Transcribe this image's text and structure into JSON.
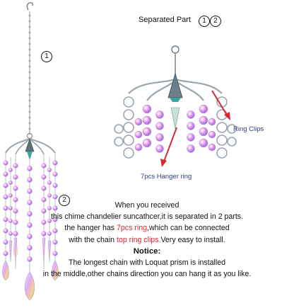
{
  "header": {
    "separated_label": "Separated Part",
    "num1": "1",
    "num2": "2"
  },
  "labels": {
    "marker1": "1",
    "marker2": "2",
    "ring_clips": "Ring Clips",
    "hanger_ring": "7pcs Hanger ring"
  },
  "description": {
    "line1": "When you received",
    "line2": "this chime chandelier suncathcer,it is separated in 2 parts.",
    "line3_a": "the hanger has ",
    "line3_red": "7pcs ring",
    "line3_b": ",which can be connected",
    "line4_a": "with the chain ",
    "line4_red": "top ring clips.",
    "line4_b": "Very easy to install.",
    "notice": "Notice:",
    "line6": "The longest chain with Loquat prism is installed",
    "line7": "in the middle,other chains direction you can hang it as you like."
  },
  "colors": {
    "accent_red": "#e0262d",
    "callout_blue": "#2b3d86",
    "crystal_pink": "#e06fd0",
    "crystal_violet": "#a58bf0",
    "crystal_gold": "#f2c96b",
    "metal": "#8e9aa3"
  }
}
